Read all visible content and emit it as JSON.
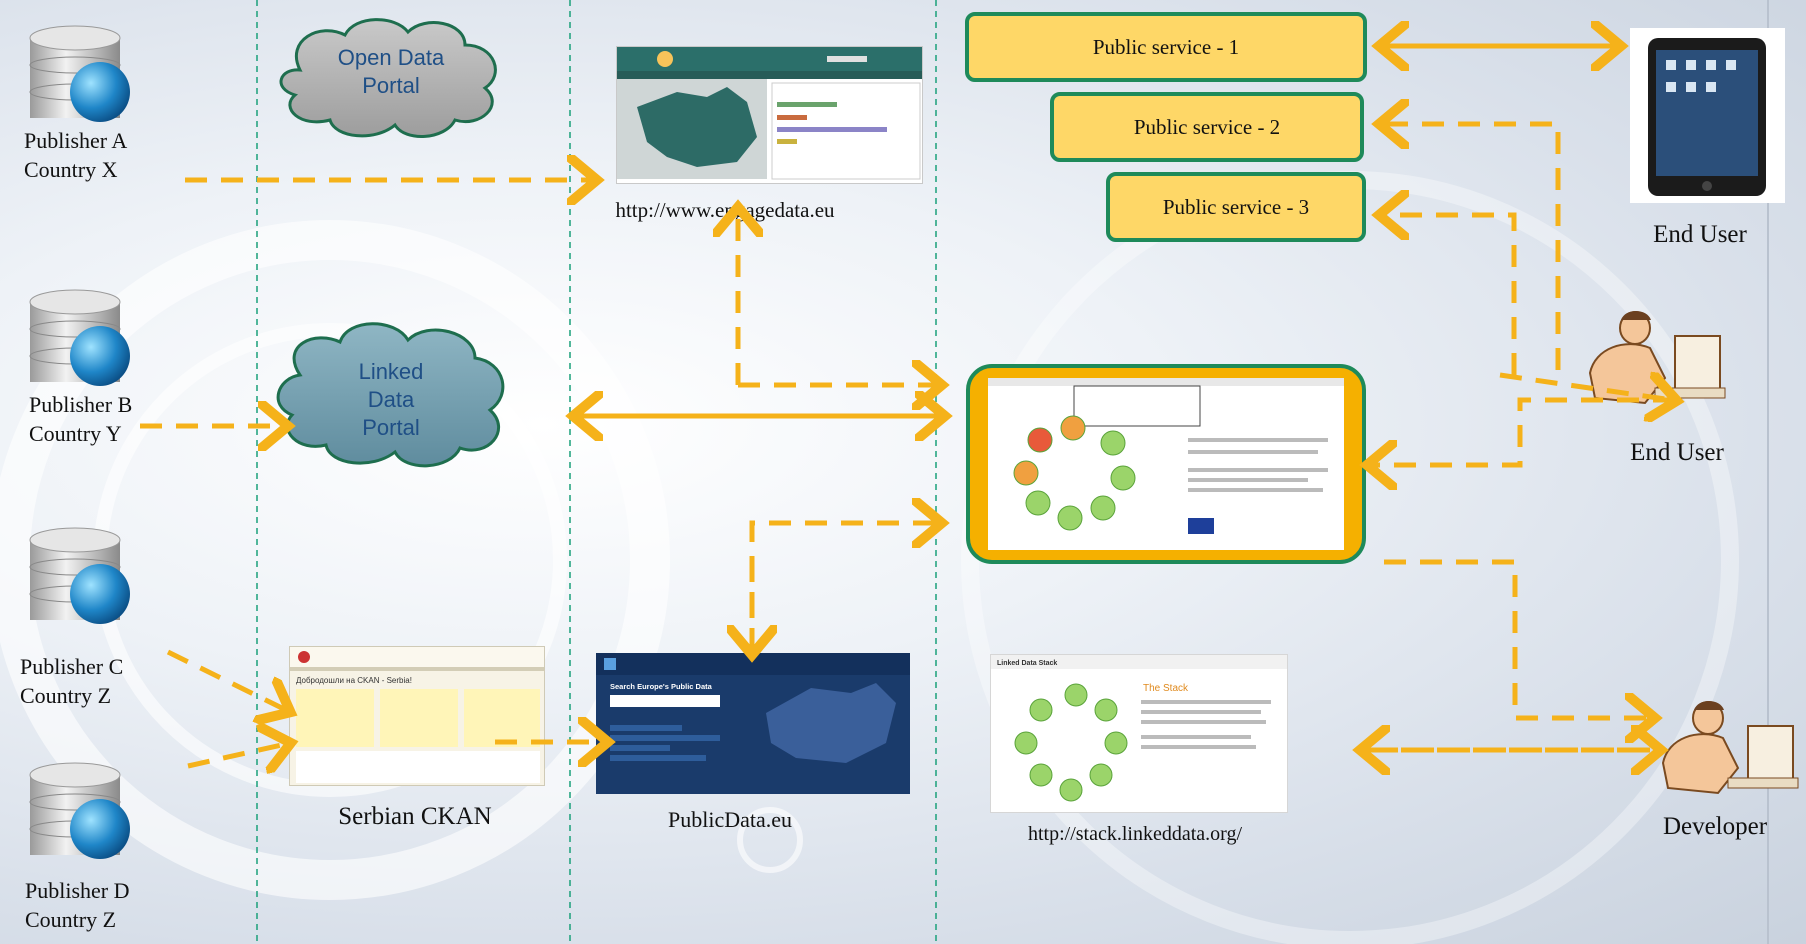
{
  "publishers": [
    {
      "name": "Publisher A",
      "country": "Country X"
    },
    {
      "name": "Publisher B",
      "country": "Country Y"
    },
    {
      "name": "Publisher C",
      "country": "Country Z"
    },
    {
      "name": "Publisher D",
      "country": "Country Z"
    }
  ],
  "clouds": {
    "open_data": [
      "Open Data",
      "Portal"
    ],
    "linked_data": [
      "Linked",
      "Data",
      "Portal"
    ]
  },
  "portals": {
    "engagedata": "http://www.engagedata.eu",
    "serbian_ckan": "Serbian CKAN",
    "publicdata": "PublicData.eu",
    "stack": "http://stack.linkeddata.org/"
  },
  "screens": {
    "publicdata_heading": "Search Europe's Public Data",
    "serbian_heading": "Добродошли на CKAN - Serbia!",
    "stack_title": "Linked Data Stack",
    "stack_heading": "The Stack"
  },
  "services": [
    "Public service - 1",
    "Public service - 2",
    "Public service - 3"
  ],
  "users": {
    "end_user_tablet": "End User",
    "end_user": "End User",
    "developer": "Developer"
  },
  "colors": {
    "arrow": "#f5b21a",
    "service_fill": "#fed767",
    "service_border": "#1e8a5a",
    "divider": "#1aa07a",
    "lod_border": "#f5b000"
  }
}
